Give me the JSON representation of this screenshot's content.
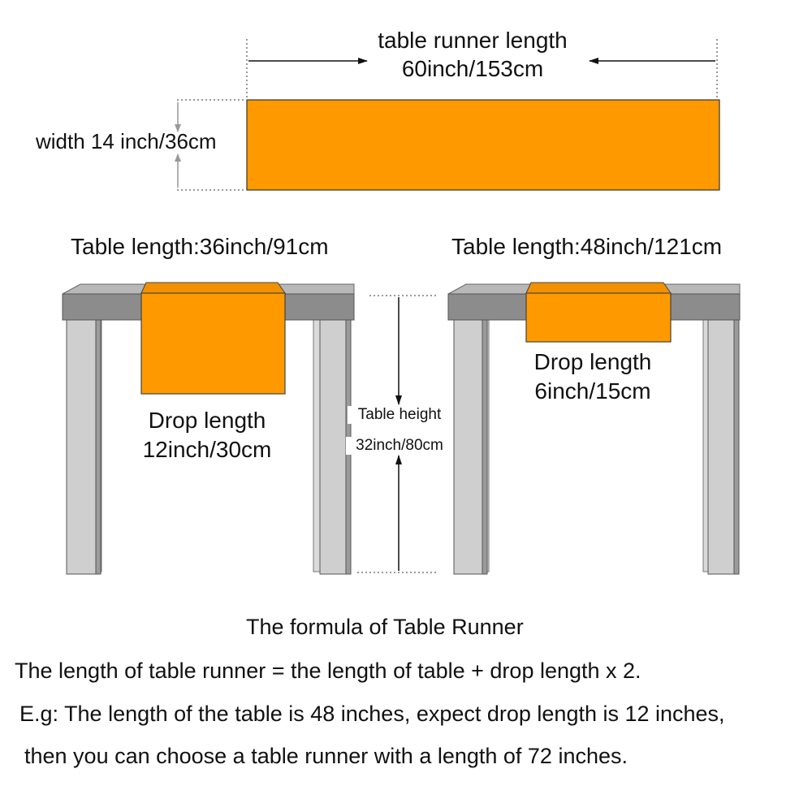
{
  "runner": {
    "length_label": "table runner length",
    "length_value": "60inch/153cm",
    "width_label": "width 14 inch/36cm",
    "color": "#ff9900"
  },
  "table_small": {
    "title": "Table length:36inch/91cm",
    "drop_label": "Drop length",
    "drop_value": "12inch/30cm"
  },
  "table_large": {
    "title": "Table length:48inch/121cm",
    "drop_label": "Drop length",
    "drop_value": "6inch/15cm"
  },
  "height": {
    "label": "Table height",
    "value": "32inch/80cm"
  },
  "formula": {
    "title": "The formula of Table Runner",
    "line1": "The length of table runner = the length of table + drop length x 2.",
    "line2": "E.g: The length of the table is 48 inches, expect drop length is 12 inches,",
    "line3": "then you can choose a table runner with a length of 72 inches."
  },
  "colors": {
    "runner": "#ff9900",
    "table_top": "#8c8c8c",
    "table_leg": "#c9c9c9",
    "dimension_line": "#9a9a9a"
  }
}
